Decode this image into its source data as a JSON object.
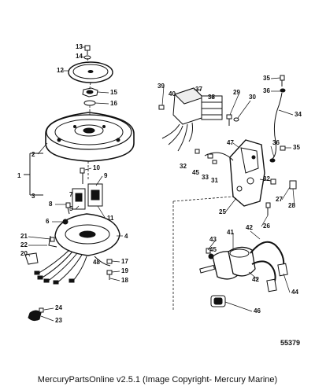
{
  "footer": "MercuryPartsOnline v2.5.1 (Image Copyright- Mercury Marine)",
  "diagram_number": "55379",
  "callouts": {
    "c1": "1",
    "c2": "2",
    "c3": "3",
    "c4": "4",
    "c5": "5",
    "c6": "6",
    "c7": "7",
    "c8": "8",
    "c9": "9",
    "c10": "10",
    "c11": "11",
    "c12": "12",
    "c13": "13",
    "c14": "14",
    "c15": "15",
    "c16": "16",
    "c17": "17",
    "c18": "18",
    "c19": "19",
    "c20": "20",
    "c21": "21",
    "c22": "22",
    "c23": "23",
    "c24": "24",
    "c25": "25",
    "c26": "26",
    "c27": "27",
    "c28": "28",
    "c29": "29",
    "c30": "30",
    "c31": "31",
    "c32a": "32",
    "c32b": "32",
    "c33": "33",
    "c34": "34",
    "c35a": "35",
    "c35b": "35",
    "c36a": "36",
    "c36b": "36",
    "c37": "37",
    "c38": "38",
    "c39": "39",
    "c40": "40",
    "c41": "41",
    "c42a": "42",
    "c42b": "42",
    "c43": "43",
    "c44": "44",
    "c45": "45",
    "c46": "46",
    "c47": "47",
    "c48": "48"
  }
}
